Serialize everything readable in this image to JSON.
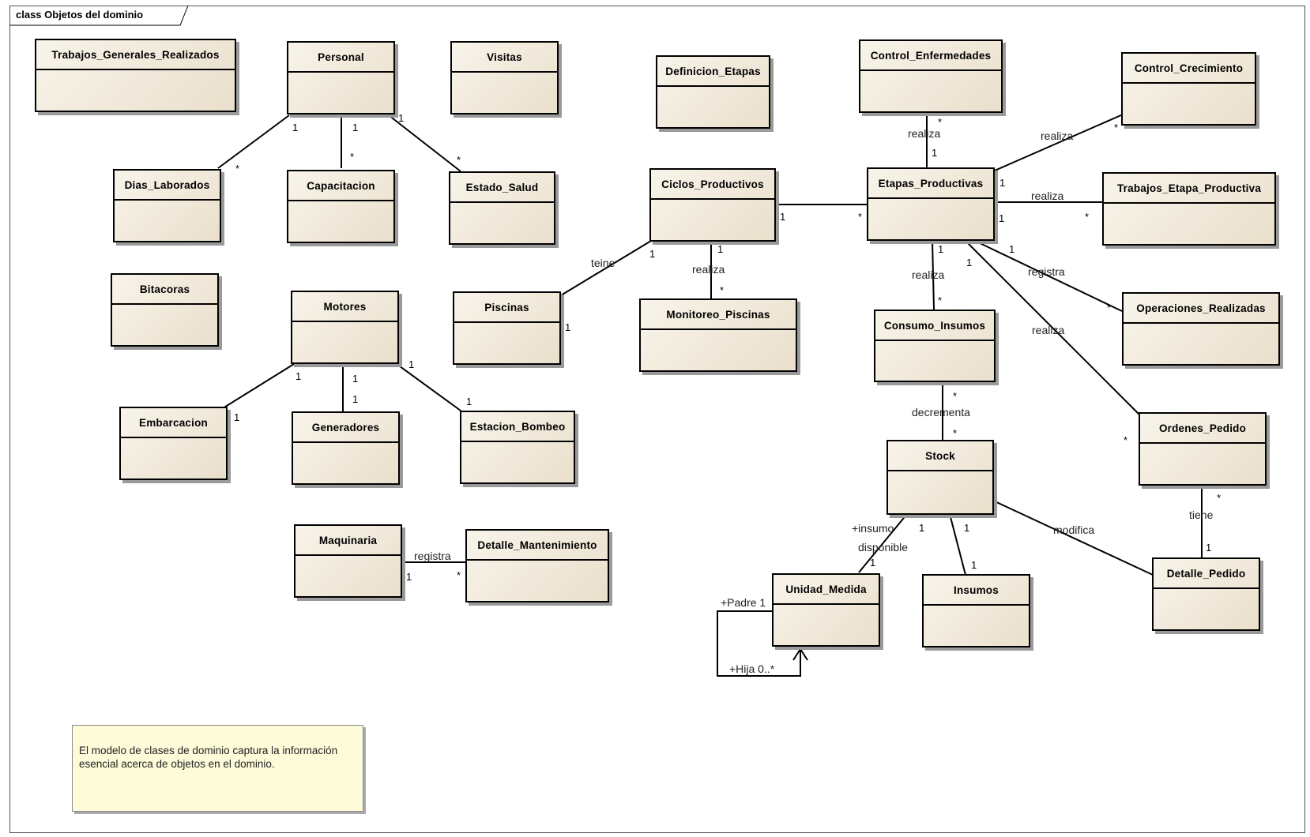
{
  "diagram": {
    "frame_title": "class Objetos del dominio",
    "note": "El modelo de clases de dominio captura la información esencial acerca de objetos en el dominio.",
    "classes": {
      "trabajos_generales": "Trabajos_Generales_Realizados",
      "personal": "Personal",
      "visitas": "Visitas",
      "definicion_etapas": "Definicion_Etapas",
      "control_enfermedades": "Control_Enfermedades",
      "control_crecimiento": "Control_Crecimiento",
      "dias_laborados": "Dias_Laborados",
      "capacitacion": "Capacitacion",
      "estado_salud": "Estado_Salud",
      "ciclos_productivos": "Ciclos_Productivos",
      "etapas_productivas": "Etapas_Productivas",
      "trabajos_etapa": "Trabajos_Etapa_Productiva",
      "bitacoras": "Bitacoras",
      "motores": "Motores",
      "piscinas": "Piscinas",
      "monitoreo_piscinas": "Monitoreo_Piscinas",
      "consumo_insumos": "Consumo_Insumos",
      "operaciones_realizadas": "Operaciones_Realizadas",
      "embarcacion": "Embarcacion",
      "generadores": "Generadores",
      "estacion_bombeo": "Estacion_Bombeo",
      "stock": "Stock",
      "ordenes_pedido": "Ordenes_Pedido",
      "maquinaria": "Maquinaria",
      "detalle_mantenimiento": "Detalle_Mantenimiento",
      "unidad_medida": "Unidad_Medida",
      "insumos": "Insumos",
      "detalle_pedido": "Detalle_Pedido"
    },
    "labels": {
      "realiza": "realiza",
      "teine": "teine",
      "registra": "registra",
      "decrementa": "decrementa",
      "modifica": "modifica",
      "tiene": "tiene",
      "insumo": "+insumo",
      "disponible": "disponible",
      "padre": "+Padre 1",
      "hija": "+Hija 0..*"
    },
    "multiplicities": {
      "one": "1",
      "many": "*"
    },
    "colors": {
      "class_fill_light": "#f8f4ea",
      "class_fill_dark": "#eadfcc",
      "note_fill": "#fdfbd8",
      "line": "#000000"
    }
  }
}
